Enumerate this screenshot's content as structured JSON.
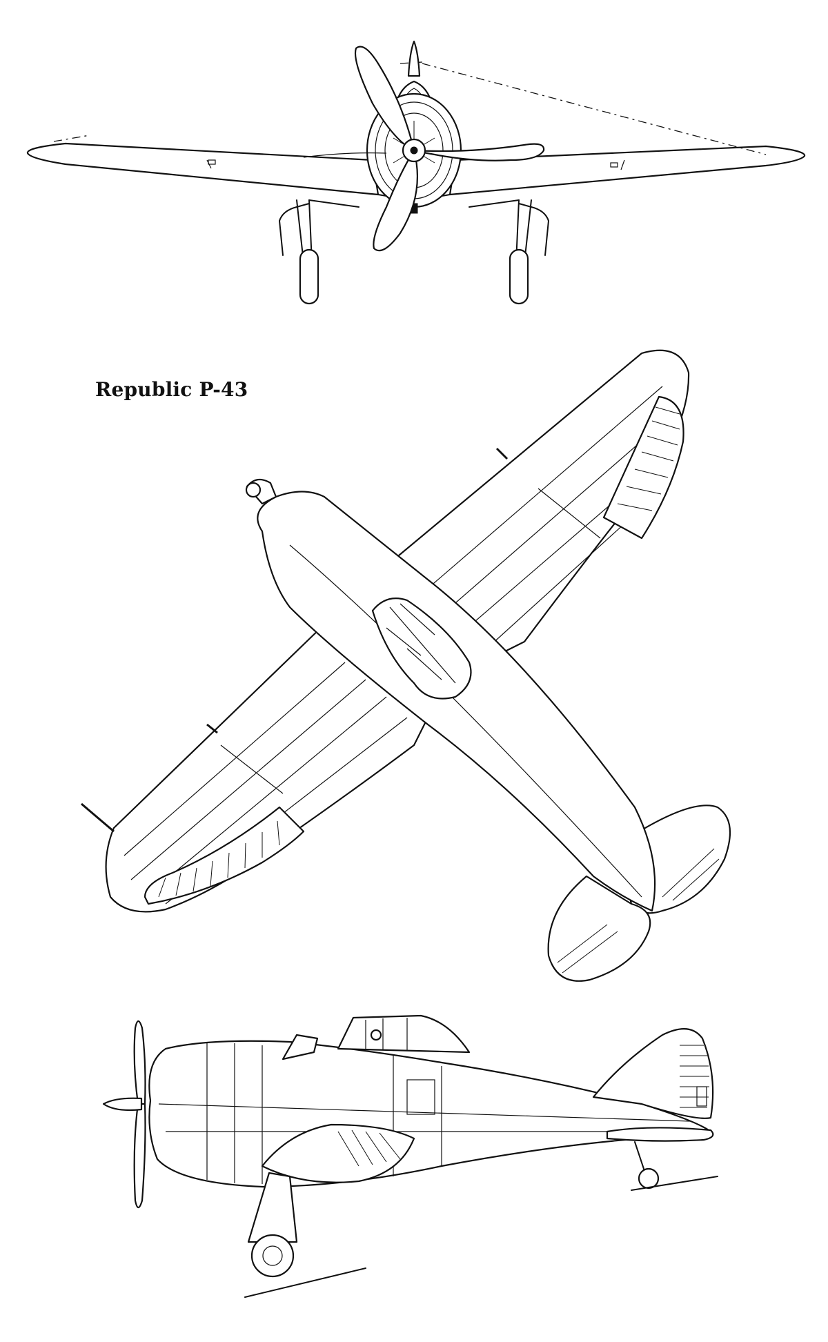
{
  "title": "Republic P-43",
  "views": [
    {
      "name": "front-view",
      "icon": "aircraft-front-silhouette"
    },
    {
      "name": "top-view",
      "icon": "aircraft-plan-silhouette"
    },
    {
      "name": "side-view",
      "icon": "aircraft-profile-silhouette"
    }
  ],
  "colors": {
    "ink": "#111111",
    "background": "#ffffff"
  }
}
